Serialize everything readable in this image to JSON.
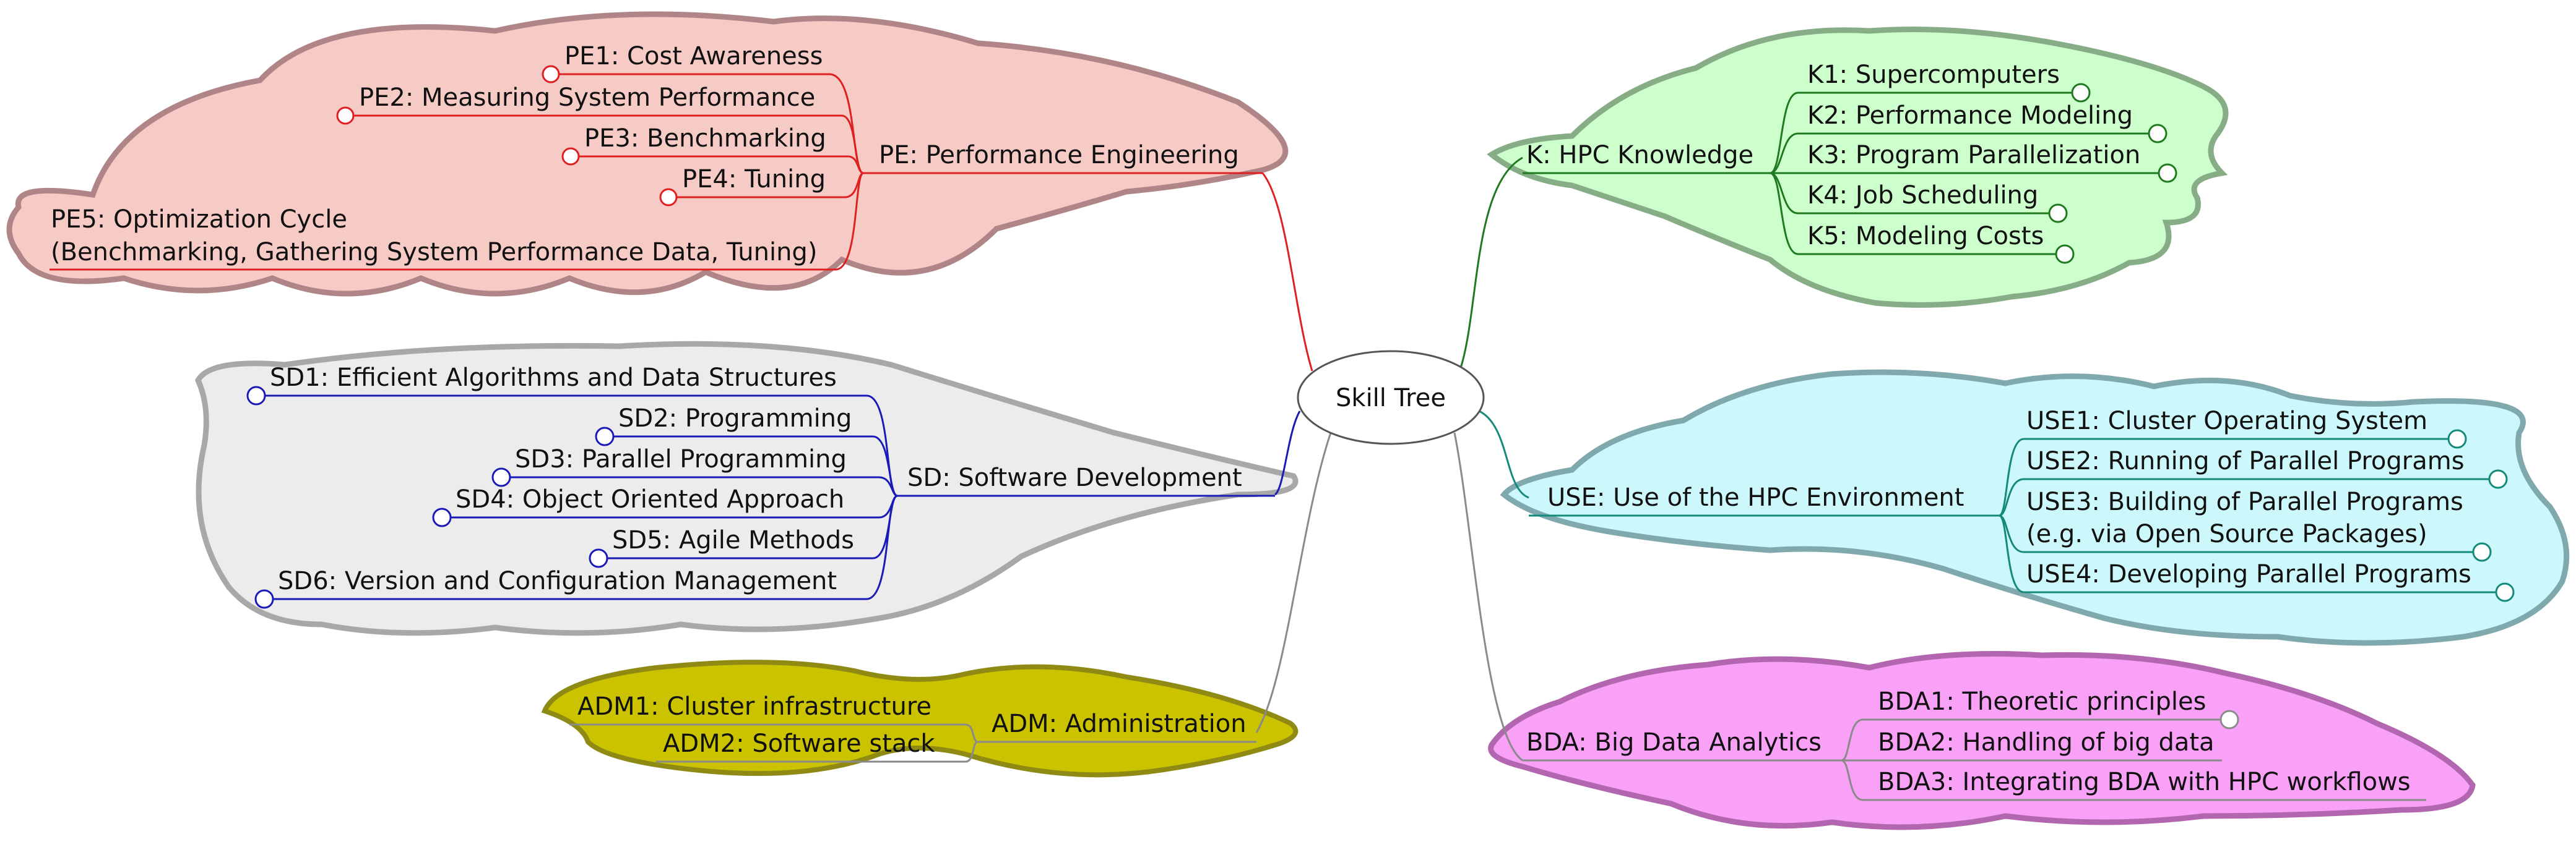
{
  "root": {
    "label": "Skill Tree"
  },
  "colors": {
    "pe_line": "#e02020",
    "pe_fill": "#f6cbc6",
    "pe_stroke": "#b08588",
    "sd_line": "#1a1ab8",
    "sd_fill": "#ececec",
    "sd_stroke": "#a8a8a8",
    "adm_line": "#8a8a8a",
    "adm_fill": "#cbc300",
    "adm_stroke": "#8f8a14",
    "k_line": "#1f7a1f",
    "k_fill": "#ccffcc",
    "k_stroke": "#86ad86",
    "use_line": "#138a7a",
    "use_fill": "#ccf8fb",
    "use_stroke": "#7fa9ad",
    "bda_line": "#8a8a8a",
    "bda_fill": "#f9a0f7",
    "bda_stroke": "#b266b0"
  },
  "branches": {
    "pe": {
      "label": "PE: Performance Engineering",
      "items": [
        "PE1: Cost Awareness",
        "PE2: Measuring System Performance",
        "PE3: Benchmarking",
        "PE4: Tuning",
        "PE5: Optimization Cycle",
        "(Benchmarking, Gathering System Performance Data, Tuning)"
      ]
    },
    "sd": {
      "label": "SD: Software Development",
      "items": [
        "SD1: Efficient Algorithms and Data Structures",
        "SD2: Programming",
        "SD3: Parallel Programming",
        "SD4: Object Oriented Approach",
        "SD5: Agile Methods",
        "SD6: Version and Configuration Management"
      ]
    },
    "adm": {
      "label": "ADM: Administration",
      "items": [
        "ADM1: Cluster infrastructure",
        "ADM2: Software stack"
      ]
    },
    "k": {
      "label": "K: HPC Knowledge",
      "items": [
        "K1: Supercomputers",
        "K2: Performance Modeling",
        "K3: Program Parallelization",
        "K4: Job Scheduling",
        "K5: Modeling Costs"
      ]
    },
    "use": {
      "label": "USE: Use of the HPC Environment",
      "items": [
        "USE1: Cluster Operating System",
        "USE2: Running of Parallel Programs",
        "USE3: Building of Parallel Programs",
        "(e.g. via Open Source Packages)",
        "USE4: Developing Parallel Programs"
      ]
    },
    "bda": {
      "label": "BDA: Big Data Analytics",
      "items": [
        "BDA1: Theoretic principles",
        "BDA2: Handling of big data",
        "BDA3: Integrating BDA with HPC workflows"
      ]
    }
  }
}
